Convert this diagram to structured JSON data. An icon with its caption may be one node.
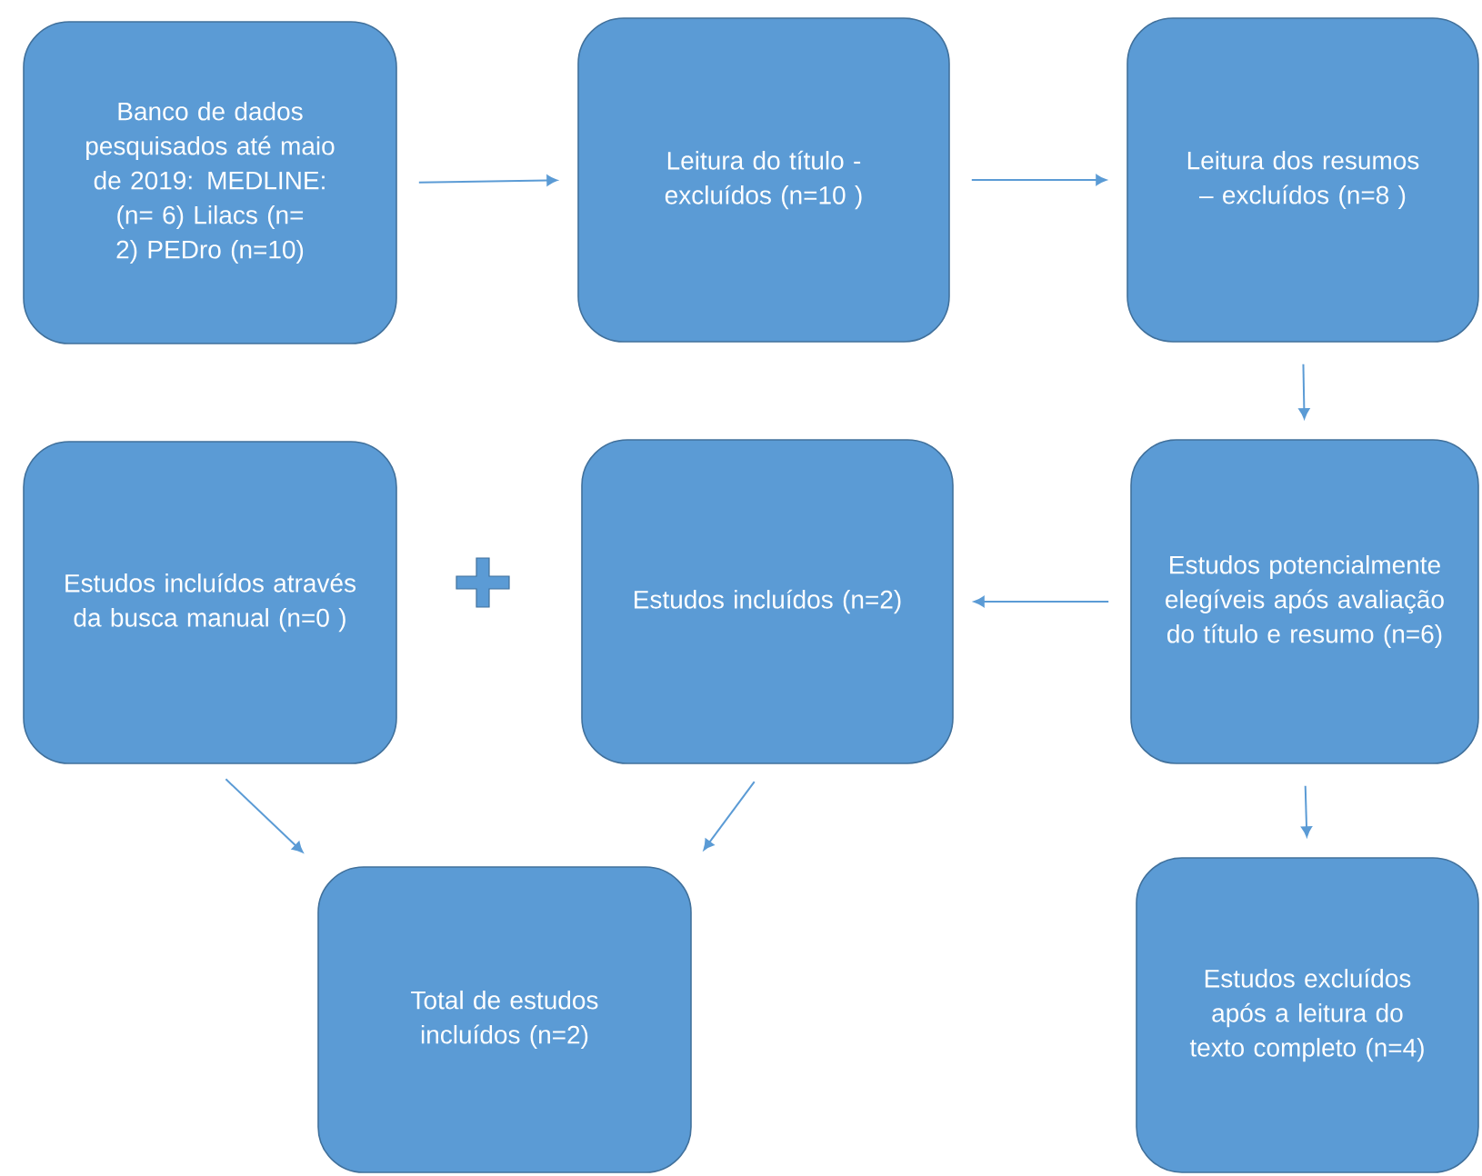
{
  "diagram": {
    "nodes": [
      {
        "text": [
          "Banco de dados pesquisados até maio de 2019: MEDLINE: (n=  6) Lilacs (n= 2) PEDro (n=10)"
        ]
      },
      {
        "text": [
          "Leitura do título - excluídos (n=10 )"
        ]
      },
      {
        "text": [
          "Leitura dos resumos – excluídos (n=8 )"
        ]
      },
      {
        "text": [
          "Estudos incluídos através da busca manual (n=0 )"
        ]
      },
      {
        "text": [
          "Estudos incluídos (n=2)"
        ]
      },
      {
        "text": [
          "Estudos potencialmente elegíveis após avaliação do título e resumo (n=6)"
        ]
      },
      {
        "text": [
          "Total de estudos incluídos (n=2)"
        ]
      },
      {
        "text": [
          "Estudos excluídos após a leitura do texto completo (n=4)"
        ]
      }
    ],
    "edges": [
      {
        "from": 0,
        "to": 1,
        "arrow": "to"
      },
      {
        "from": 1,
        "to": 2,
        "arrow": "to"
      },
      {
        "from": 2,
        "to": 5,
        "arrow": "to"
      },
      {
        "from": 5,
        "to": 4,
        "arrow": "to"
      },
      {
        "from": 5,
        "to": 7,
        "arrow": "to"
      },
      {
        "from": 3,
        "to": 6,
        "arrow": "to"
      },
      {
        "from": 4,
        "to": 6,
        "arrow": "to"
      }
    ]
  }
}
